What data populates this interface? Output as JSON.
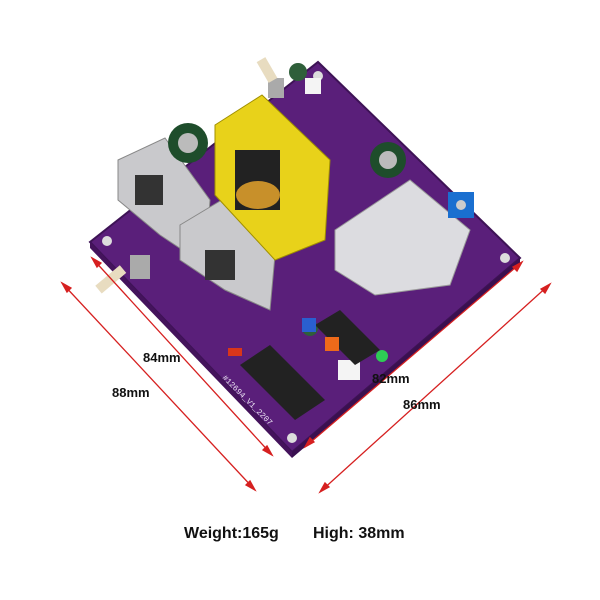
{
  "dimensions": {
    "inner_left": "84mm",
    "outer_left": "88mm",
    "inner_right": "82mm",
    "outer_right": "86mm"
  },
  "specs": {
    "weight": "Weight:165g",
    "height": "High: 38mm"
  },
  "board": {
    "silkscreen_label": "#12694_V1_2207"
  },
  "colors": {
    "pcb": "#5a1f7a",
    "dimension_line": "#d62020",
    "transformer": "#e8d21a"
  }
}
